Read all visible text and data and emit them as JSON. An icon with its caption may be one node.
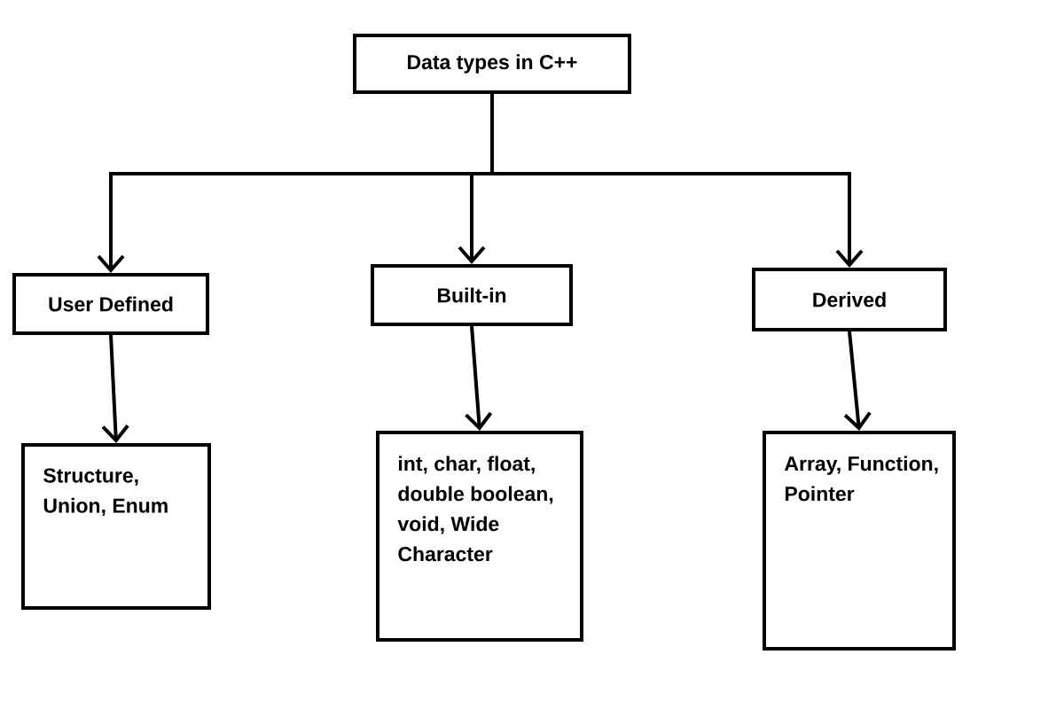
{
  "diagram": {
    "nodes": [
      {
        "text": [
          "Data types in C++"
        ]
      },
      {
        "text": [
          "User Defined"
        ]
      },
      {
        "text": [
          "Built-in"
        ]
      },
      {
        "text": [
          "Derived"
        ]
      },
      {
        "text": [
          "Structure, Union, Enum"
        ]
      },
      {
        "text": [
          "int, char, float, double boolean, void, Wide Character"
        ]
      },
      {
        "text": [
          "Array, Function, Pointer"
        ]
      }
    ],
    "edges": [
      {
        "from": 0,
        "to": 1,
        "arrow": "to"
      },
      {
        "from": 0,
        "to": 2,
        "arrow": "to"
      },
      {
        "from": 0,
        "to": 3,
        "arrow": "to"
      },
      {
        "from": 1,
        "to": 4,
        "arrow": "to"
      },
      {
        "from": 2,
        "to": 5,
        "arrow": "to"
      },
      {
        "from": 3,
        "to": 6,
        "arrow": "to"
      }
    ]
  }
}
